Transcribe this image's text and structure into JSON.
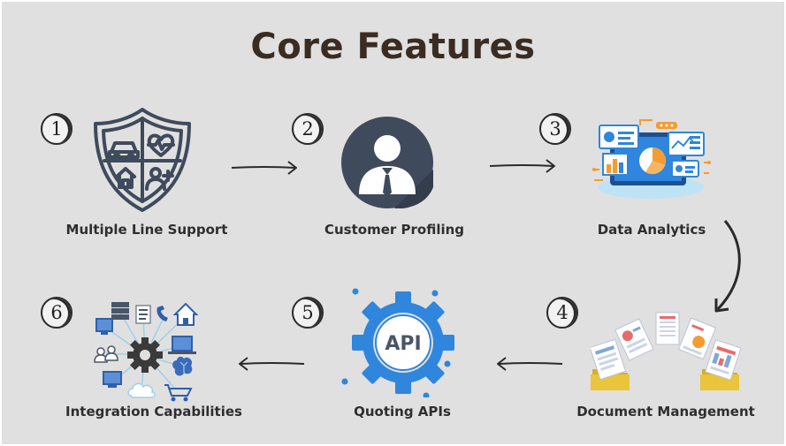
{
  "title": "Core Features",
  "features": [
    {
      "number": "1",
      "label": "Multiple Line Support",
      "icon": "shield-icon"
    },
    {
      "number": "2",
      "label": "Customer Profiling",
      "icon": "user-profile-icon"
    },
    {
      "number": "3",
      "label": "Data Analytics",
      "icon": "analytics-dashboard-icon"
    },
    {
      "number": "4",
      "label": "Document Management",
      "icon": "document-folders-icon"
    },
    {
      "number": "5",
      "label": "Quoting APIs",
      "icon": "api-gear-icon"
    },
    {
      "number": "6",
      "label": "Integration Capabilities",
      "icon": "integration-network-icon"
    }
  ],
  "api_badge_text": "API",
  "colors": {
    "background": "#e0e0e0",
    "title": "#3b2c22",
    "shield_stroke": "#3f4a5c",
    "profile_circle": "#3f4a5c",
    "api_blue": "#2f86dc",
    "chart_orange": "#f39c34",
    "folder_yellow": "#eac43a"
  }
}
